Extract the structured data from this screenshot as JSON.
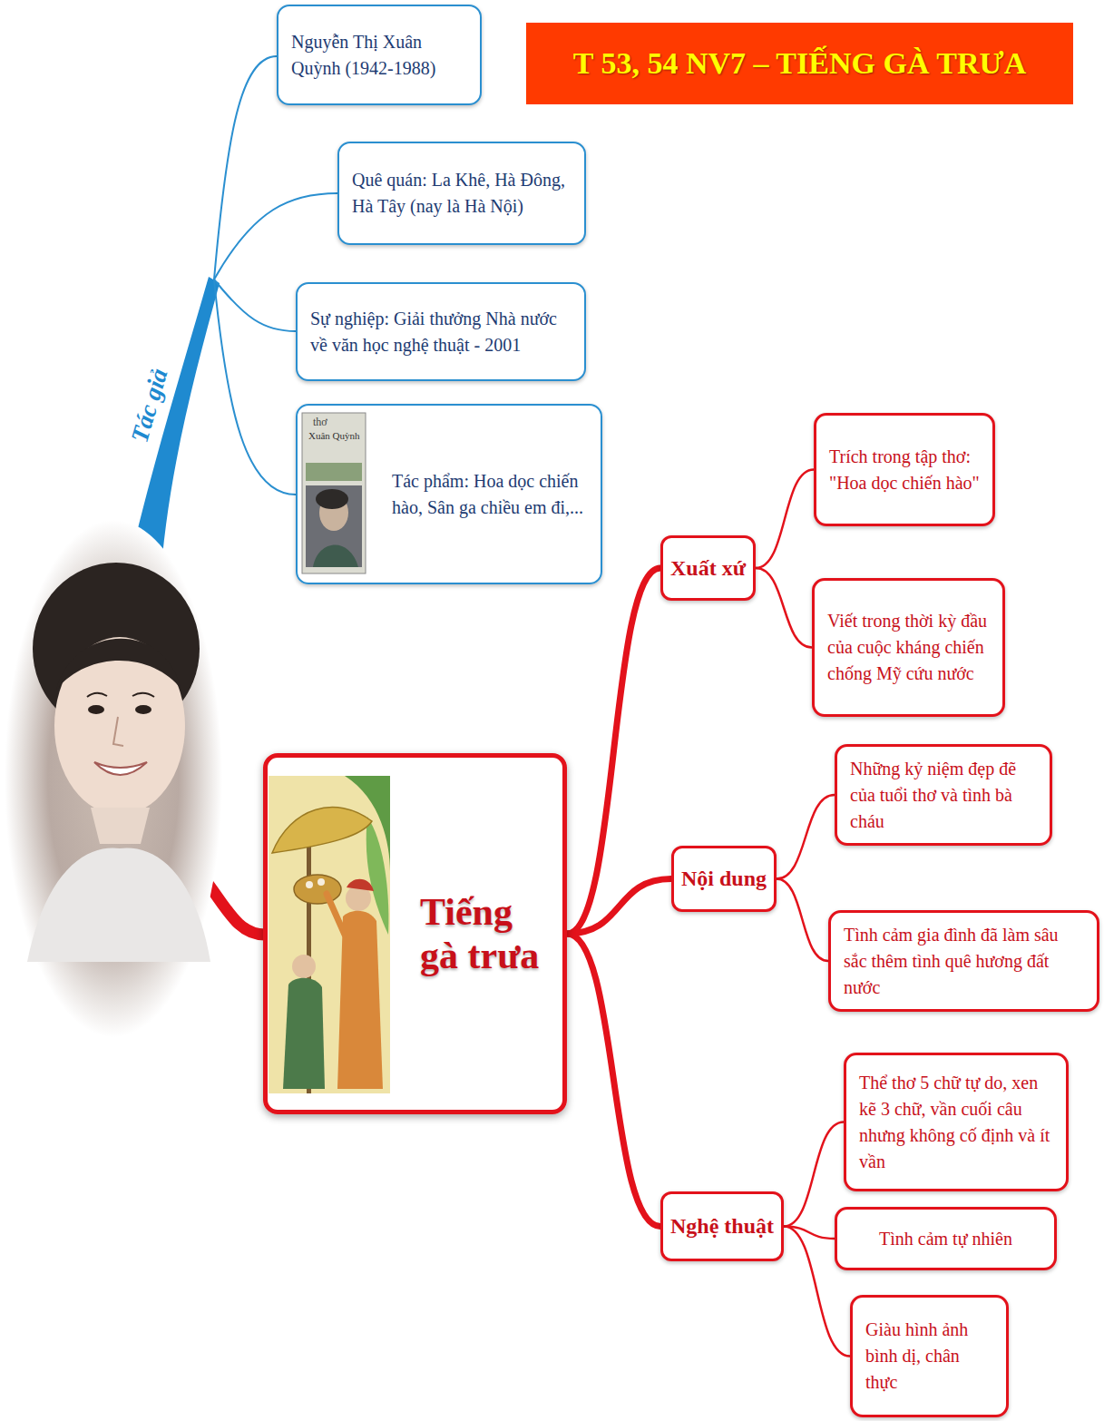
{
  "diagram": {
    "title": "T 53, 54 NV7 – TIẾNG GÀ TRƯA",
    "nodes": [
      {
        "text": [
          "Nguyễn Thị Xuân Quỳnh (1942-1988)"
        ]
      },
      {
        "text": [
          "Quê quán: La Khê, Hà Đông, Hà Tây (nay là Hà Nội)"
        ]
      },
      {
        "text": [
          "Sự nghiệp: Giải thưởng Nhà nước về văn học nghệ thuật - 2001"
        ]
      },
      {
        "text": [
          "Tác phẩm: Hoa dọc chiến hào, Sân ga chiều em đi,..."
        ]
      },
      {
        "text": [
          "Tiếng gà trưa"
        ]
      },
      {
        "text": [
          "Xuất xứ"
        ]
      },
      {
        "text": [
          "Trích trong tập thơ: \"Hoa dọc chiến hào\""
        ]
      },
      {
        "text": [
          "Viết trong thời kỳ đầu của cuộc kháng chiến chống Mỹ cứu nước"
        ]
      },
      {
        "text": [
          "Nội dung"
        ]
      },
      {
        "text": [
          "Những kỷ niệm đẹp đẽ của tuổi thơ và tình bà cháu"
        ]
      },
      {
        "text": [
          "Tình cảm gia đình đã làm sâu sắc thêm tình quê hương đất nước"
        ]
      },
      {
        "text": [
          "Nghệ thuật"
        ]
      },
      {
        "text": [
          "Thể thơ 5 chữ tự do, xen kẽ 3 chữ, vần cuối câu nhưng không cố định và ít vần"
        ]
      },
      {
        "text": [
          "Tình cảm tự nhiên"
        ]
      },
      {
        "text": [
          "Giàu hình ảnh bình dị, chân thực"
        ]
      }
    ],
    "edges": [
      {
        "from": 4,
        "to": 5,
        "arrow": "none"
      },
      {
        "from": 4,
        "to": 8,
        "arrow": "none"
      },
      {
        "from": 4,
        "to": 11,
        "arrow": "none"
      },
      {
        "from": 5,
        "to": 6,
        "arrow": "none"
      },
      {
        "from": 5,
        "to": 7,
        "arrow": "none"
      },
      {
        "from": 8,
        "to": 9,
        "arrow": "none"
      },
      {
        "from": 8,
        "to": 10,
        "arrow": "none"
      },
      {
        "from": 11,
        "to": 12,
        "arrow": "none"
      },
      {
        "from": 11,
        "to": 13,
        "arrow": "none"
      },
      {
        "from": 11,
        "to": 14,
        "arrow": "none"
      }
    ],
    "labels": [
      "Tác giả",
      "thơ",
      "Xuân Quỳnh"
    ]
  }
}
